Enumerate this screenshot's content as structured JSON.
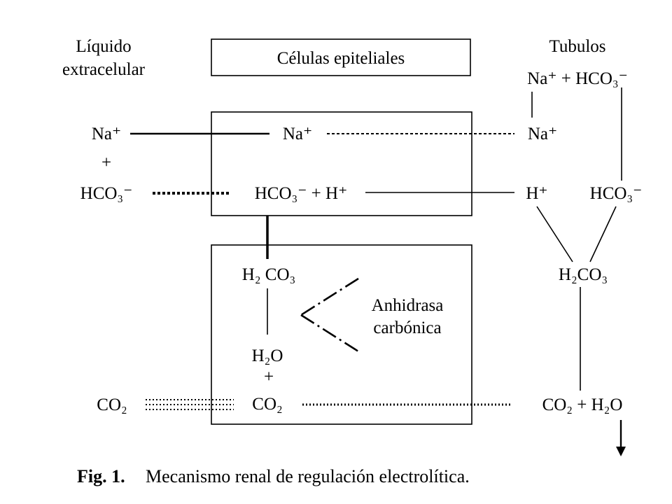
{
  "headers": {
    "left": [
      "Líquido",
      "extracelular"
    ],
    "center": "Células epiteliales",
    "right": "Tubulos"
  },
  "labels": {
    "tub_na_hco3": "Na⁺ + HCO₃⁻",
    "tub_na": "Na⁺",
    "tub_h": "H⁺",
    "tub_hco3": "HCO₃⁻",
    "tub_h2co3": "H₂CO₃",
    "tub_co2_h2o": "CO₂ + H₂O",
    "ext_na": "Na⁺",
    "ext_plus": "+",
    "ext_hco3": "HCO₃⁻",
    "ext_co2": "CO₂",
    "cell_na": "Na⁺",
    "cell_hco3_h": "HCO₃⁻ + H⁺",
    "cell_h2co3": "H₂ CO₃",
    "cell_h2o": "H₂O",
    "cell_plus": "+",
    "cell_co2": "CO₂",
    "enzyme": [
      "Anhidrasa",
      "carbónica"
    ]
  },
  "caption": {
    "label": "Fig. 1.",
    "text": "Mecanismo renal de regulación electrolítica."
  },
  "colors": {
    "ink": "#000000",
    "background": "#ffffff"
  }
}
